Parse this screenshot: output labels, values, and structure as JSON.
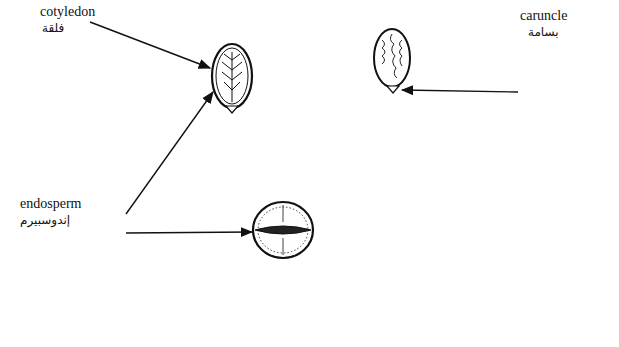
{
  "diagram": {
    "labels": [
      "cotyledon",
      "فلقة",
      "caruncle",
      "بسامة",
      "endosperm",
      "إندوسبيرم"
    ]
  }
}
